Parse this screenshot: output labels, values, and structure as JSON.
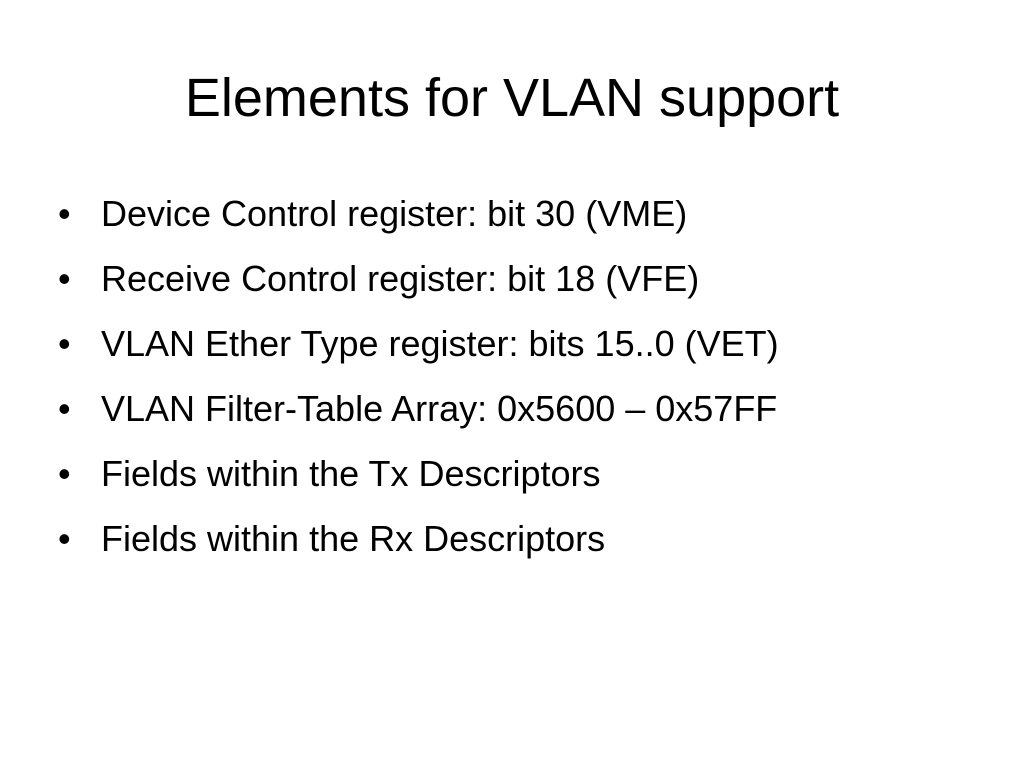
{
  "slide": {
    "title": "Elements for VLAN support",
    "bullet_symbol": "•",
    "bullets": [
      "Device Control register: bit 30 (VME)",
      "Receive Control register: bit 18 (VFE)",
      "VLAN Ether Type register: bits 15..0 (VET)",
      "VLAN Filter-Table Array: 0x5600 – 0x57FF",
      "Fields within the Tx Descriptors",
      "Fields within the Rx Descriptors"
    ]
  }
}
